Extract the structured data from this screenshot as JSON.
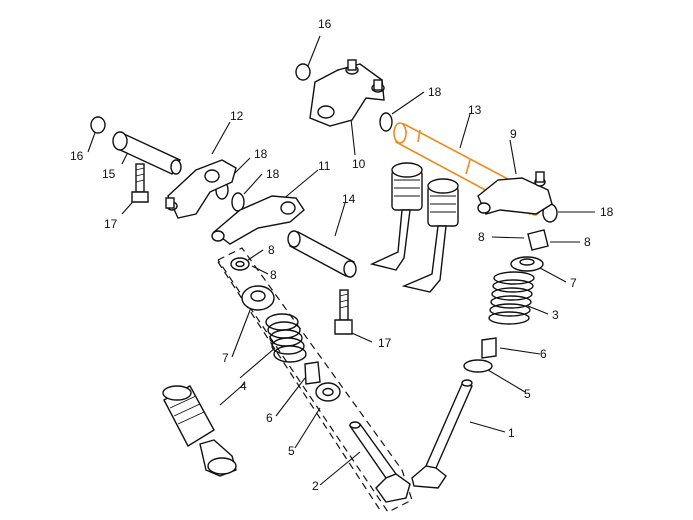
{
  "callouts": [
    {
      "id": "c16a",
      "text": "16"
    },
    {
      "id": "c18a",
      "text": "18"
    },
    {
      "id": "c13",
      "text": "13"
    },
    {
      "id": "c12",
      "text": "12"
    },
    {
      "id": "c9",
      "text": "9"
    },
    {
      "id": "c16b",
      "text": "16"
    },
    {
      "id": "c18b",
      "text": "18"
    },
    {
      "id": "c10",
      "text": "10"
    },
    {
      "id": "c15",
      "text": "15"
    },
    {
      "id": "c18c",
      "text": "18"
    },
    {
      "id": "c11",
      "text": "11"
    },
    {
      "id": "c18d",
      "text": "18"
    },
    {
      "id": "c17a",
      "text": "17"
    },
    {
      "id": "c14",
      "text": "14"
    },
    {
      "id": "c8a",
      "text": "8"
    },
    {
      "id": "c8b",
      "text": "8"
    },
    {
      "id": "c8c",
      "text": "8"
    },
    {
      "id": "c8d",
      "text": "8"
    },
    {
      "id": "c7a",
      "text": "7"
    },
    {
      "id": "c3",
      "text": "3"
    },
    {
      "id": "c17b",
      "text": "17"
    },
    {
      "id": "c7b",
      "text": "7"
    },
    {
      "id": "c6a",
      "text": "6"
    },
    {
      "id": "c4",
      "text": "4"
    },
    {
      "id": "c5a",
      "text": "5"
    },
    {
      "id": "c6b",
      "text": "6"
    },
    {
      "id": "c1",
      "text": "1"
    },
    {
      "id": "c5b",
      "text": "5"
    },
    {
      "id": "c2",
      "text": "2"
    }
  ],
  "colors": {
    "ink": "#111111",
    "highlight": "#f08a1c",
    "background": "#ffffff"
  }
}
